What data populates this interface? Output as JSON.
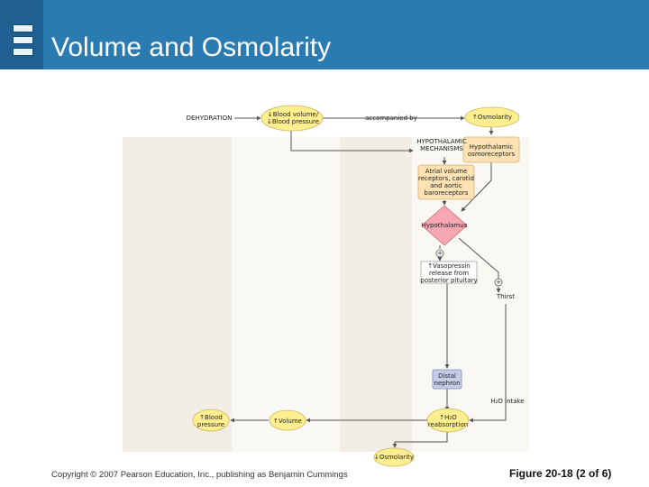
{
  "slide": {
    "title": "Volume and Osmolarity",
    "copyright": "Copyright © 2007 Pearson Education, Inc., publishing as Benjamin Cummings",
    "figure": "Figure 20-18 (2 of 6)"
  },
  "colors": {
    "title_bar": "#2b7bb3",
    "node_yellow": "#ffef8f",
    "node_blue": "#c5cde8",
    "node_red": "#f7a7b2",
    "node_tan": "#fde2b4",
    "panel": "#f2eee5"
  },
  "diagram": {
    "dehydration": "DEHYDRATION",
    "blood_volume_1": "↓Blood volume/",
    "blood_volume_2": "↓Blood pressure",
    "accompanied_by": "accompanied by",
    "osmolarity_up": "↑Osmolarity",
    "hypothalamic_mech_1": "HYPOTHALAMIC",
    "hypothalamic_mech_2": "MECHANISMS",
    "osmoreceptors_1": "Hypothalamic",
    "osmoreceptors_2": "osmoreceptors",
    "atrial_1": "Atrial volume",
    "atrial_2": "receptors, carotid",
    "atrial_3": "and aortic",
    "atrial_4": "baroreceptors",
    "hypothalamus": "Hypothalamus",
    "plus_1": "+",
    "vasopressin_1": "↑Vasopressin",
    "vasopressin_2": "release from",
    "vasopressin_3": "posterior pituitary",
    "plus_2": "+",
    "thirst": "Thirst",
    "distal_1": "Distal",
    "distal_2": "nephron",
    "h2o_intake": "H₂O intake",
    "h2o_reabs_1": "↑H₂O",
    "h2o_reabs_2": "reabsorption",
    "volume_up": "↑Volume",
    "blood_pressure_up_1": "↑Blood",
    "blood_pressure_up_2": "pressure",
    "osmolarity_down": "↓Osmolarity"
  }
}
